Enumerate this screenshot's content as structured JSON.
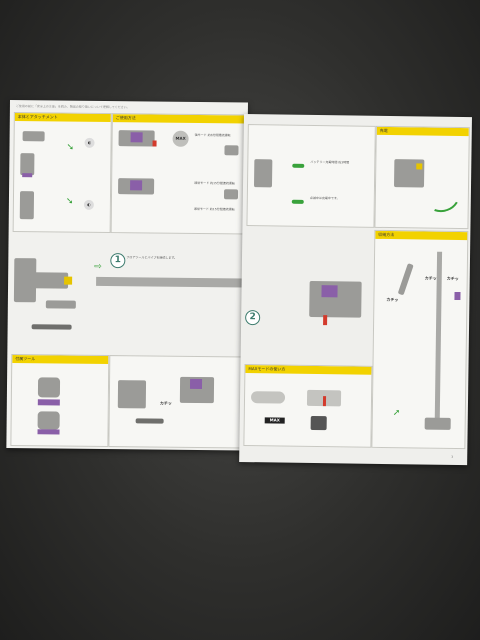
{
  "booklet": {
    "left_page": {
      "intro_text": "ご使用の前に「安全上の注意」を読み、製品の取り扱いについて理解してください。",
      "panel_tl_title": "本体とアタッチメント",
      "panel_tm_title": "ご使用方法",
      "mode_labels": [
        "強モード 約6分間連続運転",
        "通常モード 約15分間連続運転",
        "通常モード 約15分間連続運転"
      ],
      "max_label": "MAX",
      "step1_number": "1",
      "step2_number": "2",
      "step1_note": "フロアツールとパイプを接続します。",
      "panel_bl_title": "付属ツール",
      "kachi_label": "カチッ"
    },
    "right_page": {
      "panel_charge_title": "充電",
      "battery_text_1": "バッテリー充電時間 約3時間",
      "battery_text_2": "点滅中は充電中です。",
      "panel_stick_title": "収納方法",
      "kachi_labels": [
        "カチッ",
        "カチッ",
        "カチッ"
      ],
      "max_label": "MAX",
      "panel_mode_title": "MAXモードの使い方",
      "page_number": "3"
    }
  }
}
